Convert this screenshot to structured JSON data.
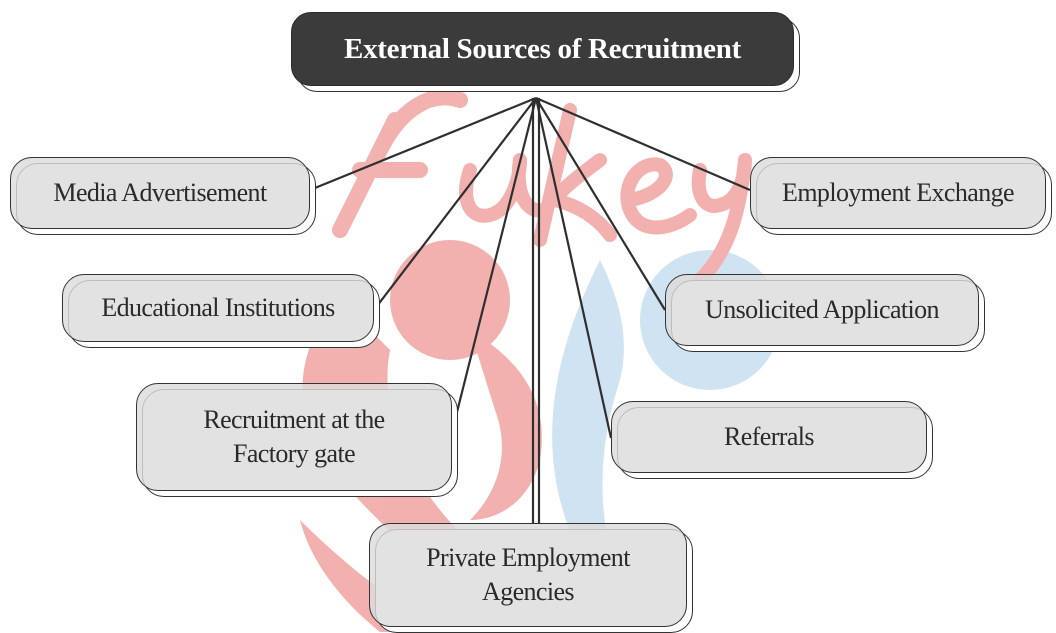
{
  "diagram": {
    "root": "External Sources of Recruitment",
    "nodes": [
      {
        "id": "media",
        "label": "Media Advertisement"
      },
      {
        "id": "edu",
        "label": "Educational Institutions"
      },
      {
        "id": "factory",
        "label": "Recruitment at the Factory gate"
      },
      {
        "id": "private",
        "label": "Private Employment Agencies"
      },
      {
        "id": "ref",
        "label": "Referrals"
      },
      {
        "id": "unsol",
        "label": "Unsolicited Application"
      },
      {
        "id": "exch",
        "label": "Employment Exchange"
      }
    ]
  },
  "watermark": {
    "text": "Fukey",
    "colors": {
      "red": "#e8736f",
      "blue": "#a9cde8"
    }
  },
  "colors": {
    "root_fill": "#3b3b3b",
    "node_fill": "#dcdcdc",
    "stroke": "#333333"
  }
}
